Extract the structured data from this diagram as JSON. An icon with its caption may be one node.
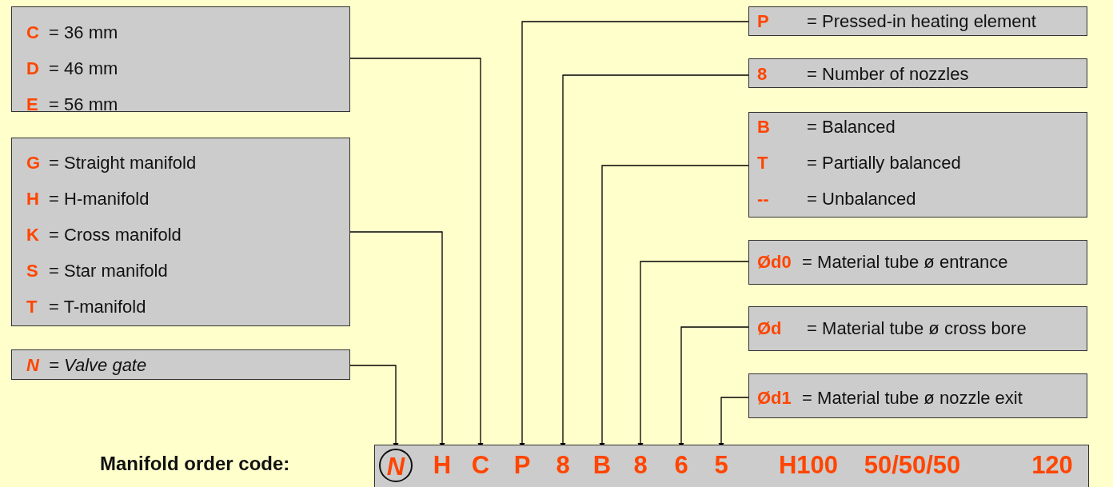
{
  "diagram": {
    "nodes": [
      {
        "text": [
          "**C** = 36 mm",
          "**D** = 46 mm",
          "**E** = 56 mm"
        ]
      },
      {
        "text": [
          "**G** = Straight manifold",
          "**H** = H-manifold",
          "**K** = Cross manifold",
          "**S** = Star manifold",
          "**T** = T-manifold"
        ]
      },
      {
        "text": [
          "**N** = Valve gate"
        ]
      },
      {
        "text": [
          "**P** = Pressed-in heating element"
        ]
      },
      {
        "text": [
          "**8** = Number of nozzles"
        ]
      },
      {
        "text": [
          "**B** = Balanced",
          "**T** = Partially balanced",
          "**--** = Unbalanced"
        ]
      },
      {
        "text": [
          "**Ød0** = Material tube ø entrance"
        ]
      },
      {
        "text": [
          "**Ød** = Material tube ø cross bore"
        ]
      },
      {
        "text": [
          "**Ød1** = Material tube ø nozzle exit"
        ]
      },
      {
        "text": [],
        "shape": "bar"
      },
      {
        "text": [
          "N"
        ],
        "in": 9
      },
      {
        "text": [
          "H"
        ],
        "in": 9
      },
      {
        "text": [
          "C"
        ],
        "in": 9
      },
      {
        "text": [
          "P"
        ],
        "in": 9
      },
      {
        "text": [
          "8"
        ],
        "in": 9
      },
      {
        "text": [
          "B"
        ],
        "in": 9
      },
      {
        "text": [
          "8"
        ],
        "in": 9
      },
      {
        "text": [
          "6"
        ],
        "in": 9
      },
      {
        "text": [
          "5"
        ],
        "in": 9
      },
      {
        "text": [
          "H100"
        ],
        "in": 9
      },
      {
        "text": [
          "50/50/50"
        ],
        "in": 9
      },
      {
        "text": [
          "120"
        ],
        "in": 9
      }
    ],
    "edges": [
      {
        "from": 0,
        "to": 12,
        "arrow": "to"
      },
      {
        "from": 1,
        "to": 11,
        "arrow": "to"
      },
      {
        "from": 2,
        "to": 10,
        "arrow": "to"
      },
      {
        "from": 3,
        "to": 13,
        "arrow": "to"
      },
      {
        "from": 4,
        "to": 14,
        "arrow": "to"
      },
      {
        "from": 5,
        "to": 15,
        "arrow": "to"
      },
      {
        "from": 6,
        "to": 16,
        "arrow": "to"
      },
      {
        "from": 7,
        "to": 17,
        "arrow": "to"
      },
      {
        "from": 8,
        "to": 18,
        "arrow": "to"
      }
    ],
    "labels": [
      "Manifold order code:"
    ]
  }
}
